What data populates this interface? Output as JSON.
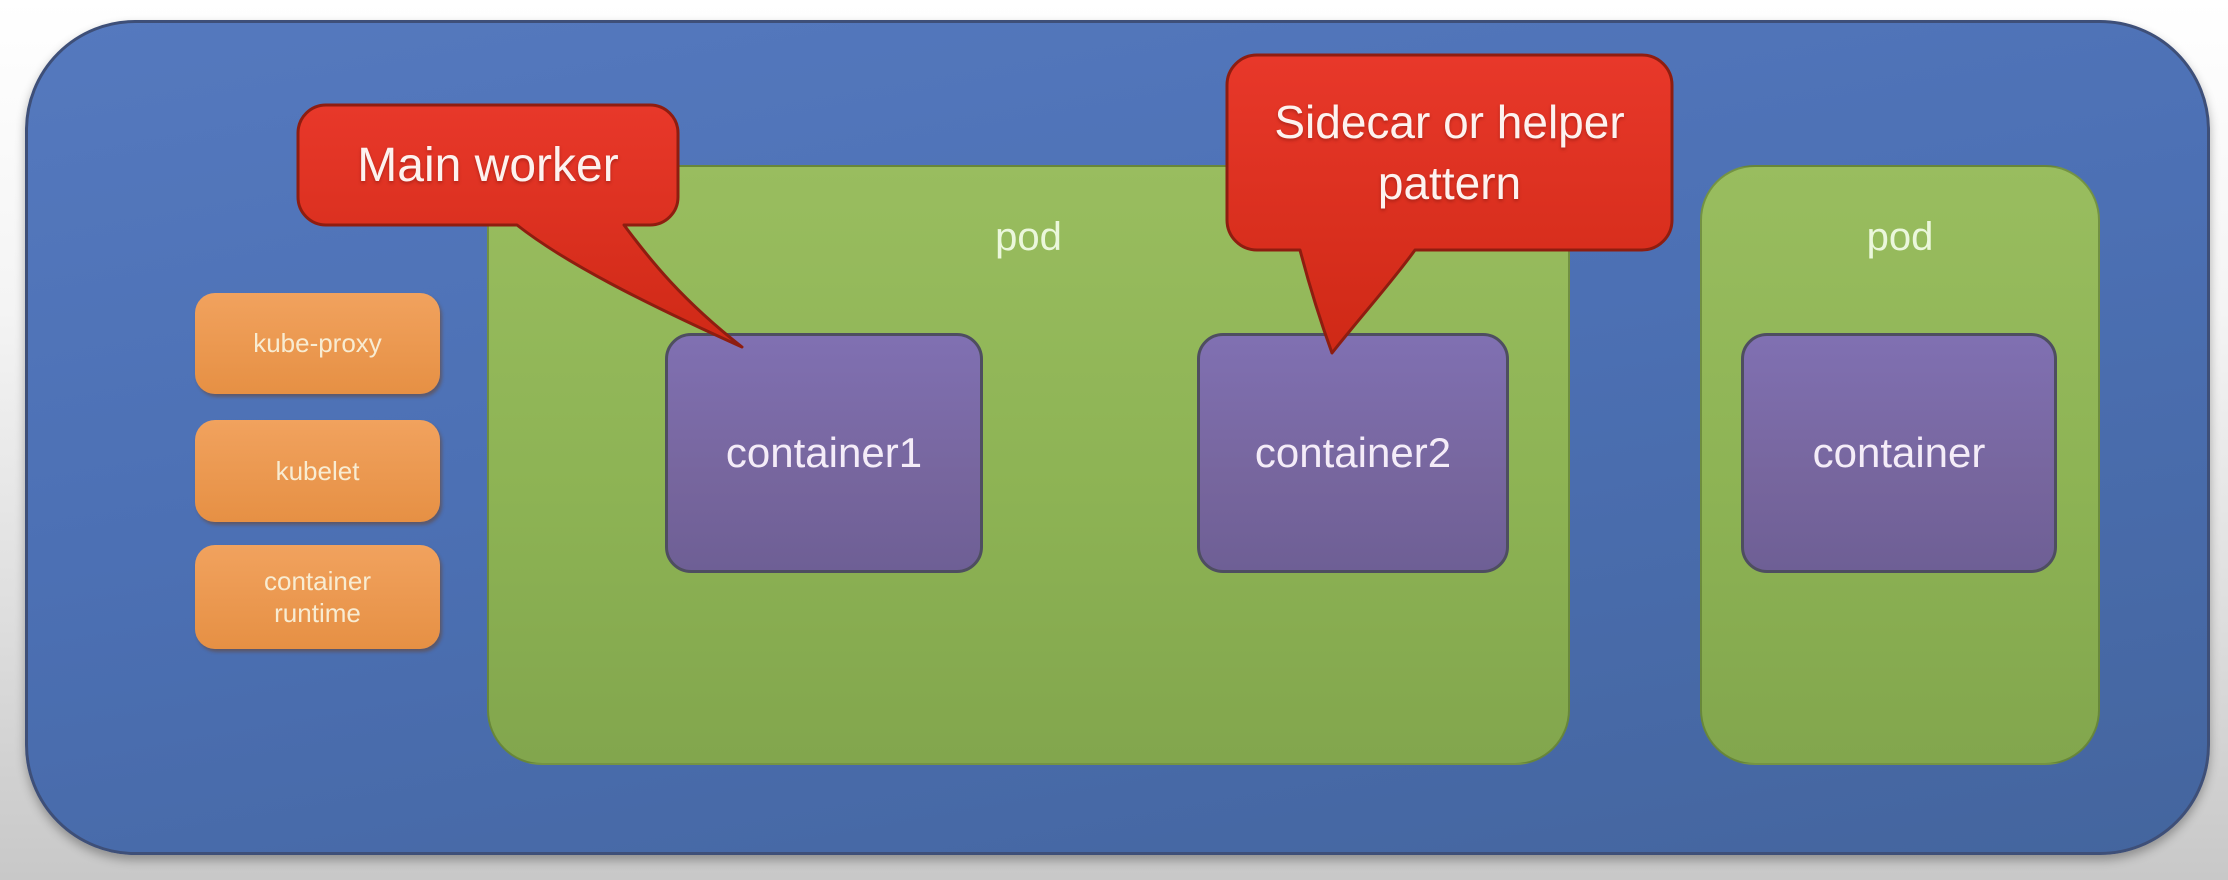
{
  "diagram": {
    "title_context": "Kubernetes worker node with pods",
    "node_components": [
      {
        "label": "kube-proxy"
      },
      {
        "label": "kubelet"
      },
      {
        "label": "container runtime"
      }
    ],
    "pods": [
      {
        "label": "pod",
        "containers": [
          {
            "label": "container1"
          },
          {
            "label": "container2"
          }
        ]
      },
      {
        "label": "pod",
        "containers": [
          {
            "label": "container"
          }
        ]
      }
    ],
    "callouts": [
      {
        "text": "Main worker",
        "points_to": "container1"
      },
      {
        "text": "Sidecar or helper pattern",
        "points_to": "container2"
      }
    ],
    "colors": {
      "node_blue": "#4c70b4",
      "pod_green": "#8fb556",
      "container_purple": "#77669e",
      "component_orange": "#ea9950",
      "callout_red": "#de3120",
      "callout_border": "#8e1d10",
      "background_gray": "#c8c8c8"
    }
  }
}
